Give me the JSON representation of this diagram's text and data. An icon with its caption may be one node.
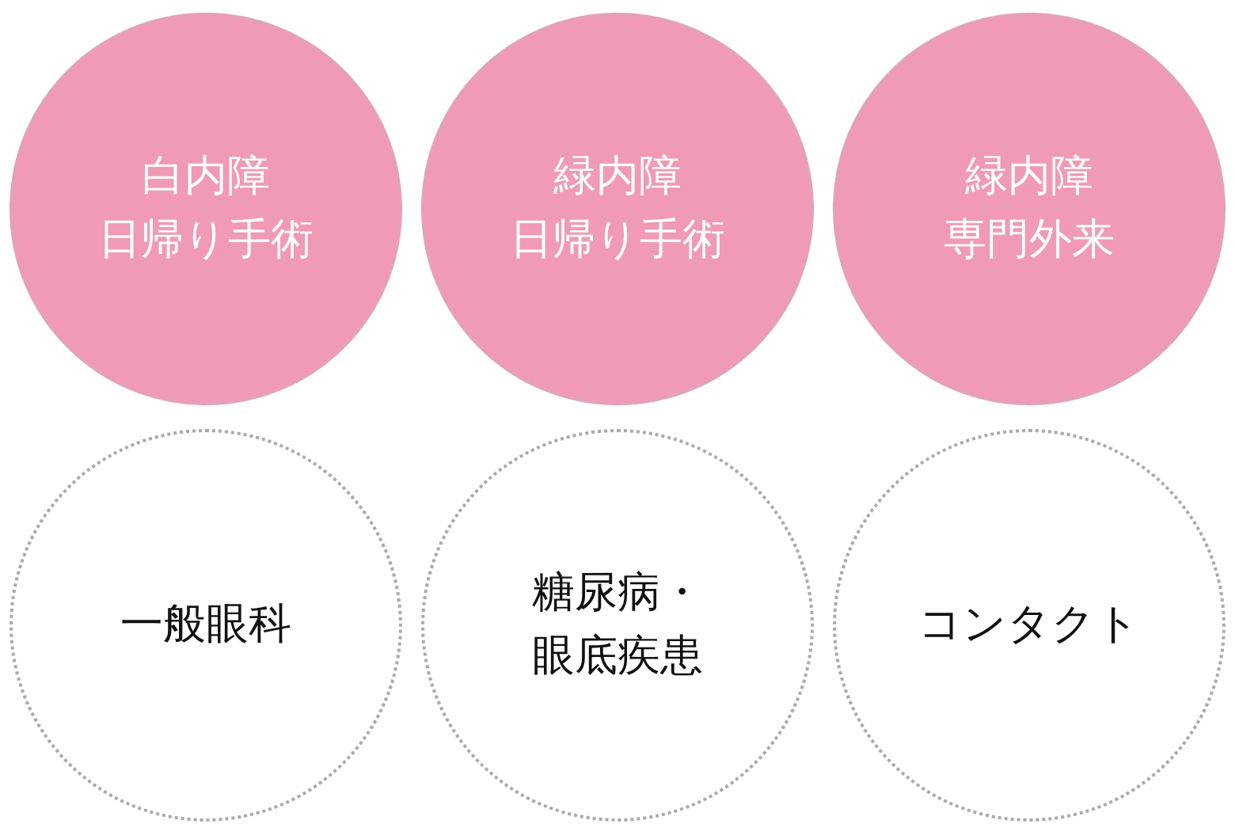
{
  "diagram": {
    "nodes": [
      {
        "text": [
          "白内障",
          "日帰り手術"
        ]
      },
      {
        "text": [
          "緑内障",
          "日帰り手術"
        ]
      },
      {
        "text": [
          "緑内障",
          "専門外来"
        ]
      },
      {
        "text": [
          "一般眼科"
        ]
      },
      {
        "text": [
          "糖尿病・",
          "眼底疾患"
        ]
      },
      {
        "text": [
          "コンタクト"
        ]
      }
    ]
  }
}
